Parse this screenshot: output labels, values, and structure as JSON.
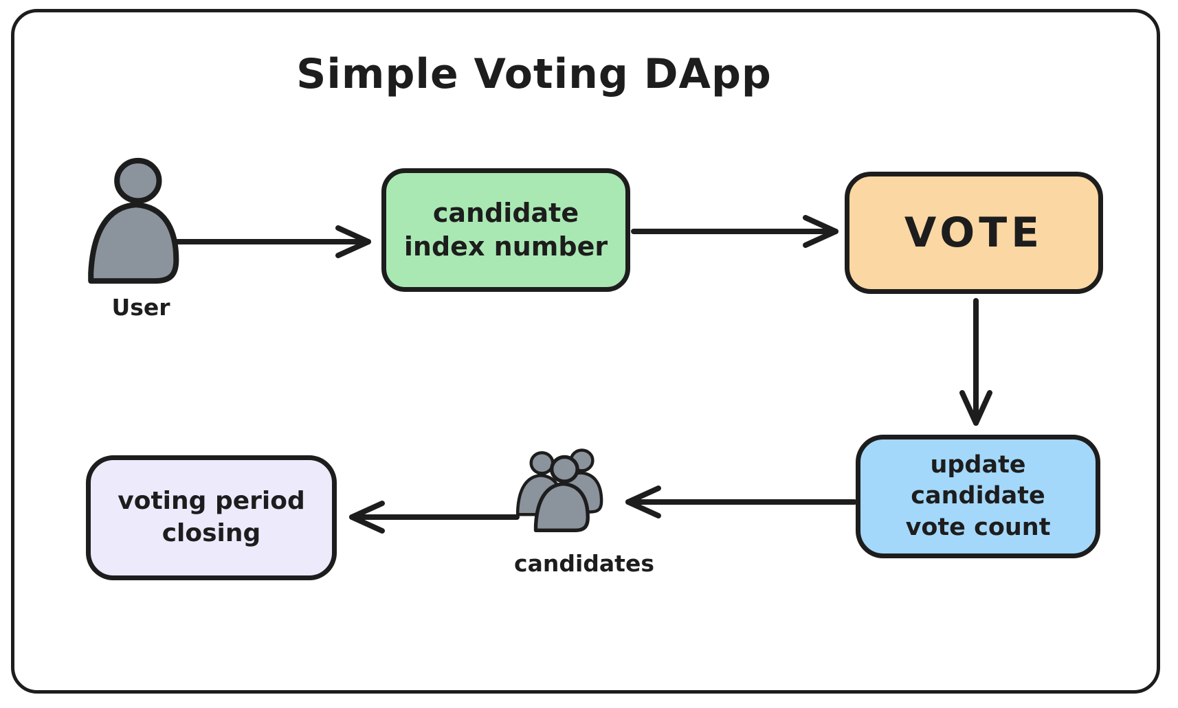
{
  "title": "Simple Voting DApp",
  "colors": {
    "stroke": "#1d1d1d",
    "node_green": "#a9e8b3",
    "node_orange": "#fbd7a3",
    "node_blue": "#a4d8fa",
    "node_purple": "#eceafb",
    "actor_gray": "#8b939c"
  },
  "nodes": {
    "user": {
      "label": "User",
      "type": "actor"
    },
    "candidate_index": {
      "label": "candidate\nindex number",
      "type": "process"
    },
    "vote": {
      "label": "VOTE",
      "type": "process"
    },
    "update_count": {
      "label": "update candidate\nvote count",
      "type": "process"
    },
    "candidates": {
      "label": "candidates",
      "type": "actor-group"
    },
    "voting_period": {
      "label": "voting period\nclosing",
      "type": "process"
    }
  },
  "edges": [
    {
      "from": "user",
      "to": "candidate_index"
    },
    {
      "from": "candidate_index",
      "to": "vote"
    },
    {
      "from": "vote",
      "to": "update_count"
    },
    {
      "from": "update_count",
      "to": "candidates"
    },
    {
      "from": "candidates",
      "to": "voting_period"
    }
  ]
}
